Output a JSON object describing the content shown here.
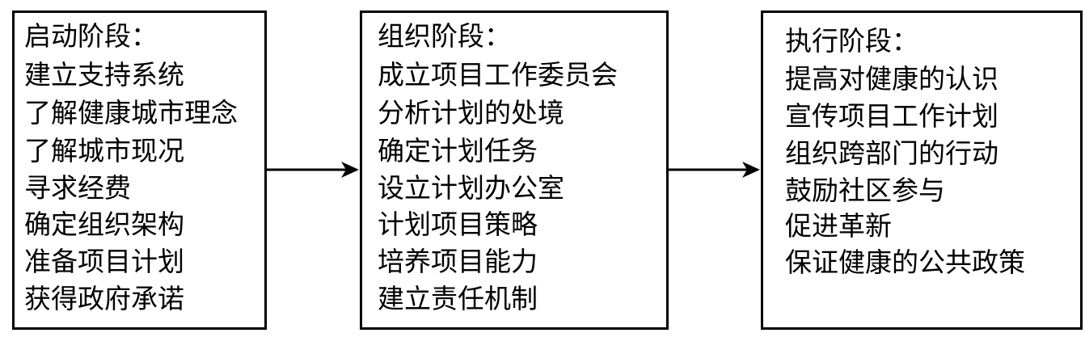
{
  "stages": [
    {
      "id": "start",
      "title": "启动阶段：",
      "items": [
        "建立支持系统",
        "了解健康城市理念",
        "了解城市现况",
        "寻求经费",
        "确定组织架构",
        "准备项目计划",
        "获得政府承诺"
      ]
    },
    {
      "id": "org",
      "title": "组织阶段：",
      "items": [
        "成立项目工作委员会",
        "分析计划的处境",
        "确定计划任务",
        "设立计划办公室",
        "计划项目策略",
        "培养项目能力",
        "建立责任机制"
      ]
    },
    {
      "id": "exec",
      "title": "执行阶段：",
      "items": [
        "提高对健康的认识",
        "宣传项目工作计划",
        "组织跨部门的行动",
        "鼓励社区参与",
        "促进革新",
        "保证健康的公共政策"
      ]
    }
  ],
  "colors": {
    "line": "#000000",
    "text": "#000000",
    "background": "#ffffff"
  }
}
